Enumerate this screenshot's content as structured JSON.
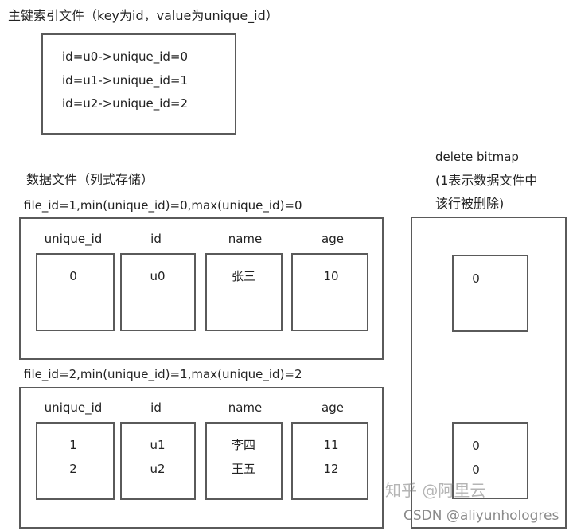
{
  "index": {
    "title": "主键索引文件（key为id，value为unique_id）",
    "entries": [
      "id=u0->unique_id=0",
      "id=u1->unique_id=1",
      "id=u2->unique_id=2"
    ]
  },
  "data_files": {
    "title": "数据文件（列式存储）",
    "columns": [
      "unique_id",
      "id",
      "name",
      "age"
    ],
    "files": [
      {
        "label": "file_id=1,min(unique_id)=0,max(unique_id)=0",
        "rows": [
          [
            "0",
            "u0",
            "张三",
            "10"
          ]
        ]
      },
      {
        "label": "file_id=2,min(unique_id)=1,max(unique_id)=2",
        "rows": [
          [
            "1",
            "u1",
            "李四",
            "11"
          ],
          [
            "2",
            "u2",
            "王五",
            "12"
          ]
        ]
      }
    ]
  },
  "bitmap": {
    "title_lines": [
      "delete bitmap",
      "(1表示数据文件中",
      "该行被删除)"
    ],
    "file1": [
      "0"
    ],
    "file2": [
      "0",
      "0"
    ]
  },
  "watermarks": [
    "知乎 @阿里云",
    "CSDN @aliyunhologres"
  ]
}
